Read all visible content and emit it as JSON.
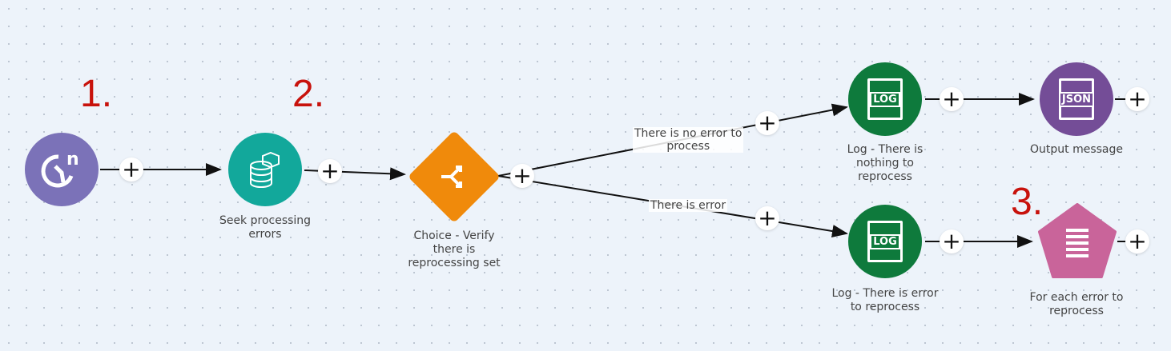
{
  "annotations": [
    "1.",
    "2.",
    "3."
  ],
  "nodes": {
    "trigger": {
      "label": "",
      "color": "#7b72b8",
      "icon": "scheduler-icon"
    },
    "seek": {
      "label_line1": "Seek processing",
      "label_line2": "errors",
      "color": "#12a89b",
      "icon": "database-icon"
    },
    "choice": {
      "label_line1": "Choice - Verify",
      "label_line2": "there is",
      "label_line3": "reprocessing set",
      "color": "#f08a0b",
      "icon": "split-icon"
    },
    "log_nothing": {
      "label_line1": "Log - There is",
      "label_line2": "nothing to",
      "label_line3": "reprocess",
      "icon_text": "LOG",
      "color": "#0e7a3c"
    },
    "output": {
      "label": "Output message",
      "icon_text": "JSON",
      "color": "#744d97"
    },
    "log_error": {
      "label_line1": "Log - There is error",
      "label_line2": "to reprocess",
      "icon_text": "LOG",
      "color": "#0e7a3c"
    },
    "foreach": {
      "label_line1": "For each error to",
      "label_line2": "reprocess",
      "color": "#c9649a",
      "icon": "list-icon"
    }
  },
  "edges": {
    "no_error_line1": "There is no error to",
    "no_error_line2": "process",
    "error": "There is error"
  },
  "plus_symbol": "+"
}
